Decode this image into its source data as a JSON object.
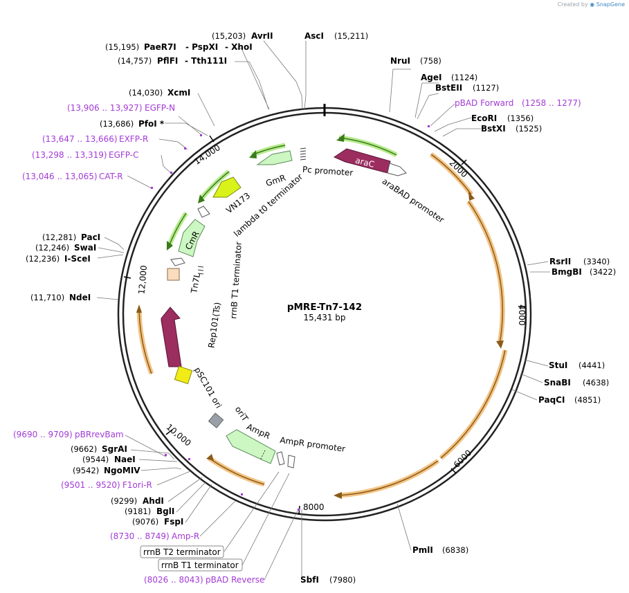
{
  "credit": {
    "prefix": "Created by",
    "brand": "SnapGene"
  },
  "plasmid": {
    "name": "pMRE-Tn7-142",
    "length": "15,431 bp"
  },
  "ticks": {
    "t2000": "2000",
    "t4000": "4000",
    "t6000": "6000",
    "t8000": "8000",
    "t10000": "10,000",
    "t12000": "12,000",
    "t14000": "14,000"
  },
  "sites": {
    "avrii": {
      "name": "AvrII",
      "pos": "(15,203)"
    },
    "asci": {
      "name": "AscI",
      "pos": "(15,211)"
    },
    "paer7i": {
      "name": "PaeR7I",
      "pos": "(15,195)"
    },
    "pspxi": {
      "name": "- PspXI"
    },
    "xhoi": {
      "name": "- XhoI"
    },
    "pflfi": {
      "name": "PflFI",
      "pos": "(14,757)"
    },
    "tth111i": {
      "name": "- Tth111I"
    },
    "xcmi": {
      "name": "XcmI",
      "pos": "(14,030)"
    },
    "pfoi": {
      "name": "PfoI *",
      "pos": "(13,686)"
    },
    "paci": {
      "name": "PacI",
      "pos": "(12,281)"
    },
    "swai": {
      "name": "SwaI",
      "pos": "(12,246)"
    },
    "iscei": {
      "name": "I-SceI",
      "pos": "(12,236)"
    },
    "ndei": {
      "name": "NdeI",
      "pos": "(11,710)"
    },
    "sgrai": {
      "name": "SgrAI",
      "pos": "(9662)"
    },
    "naei": {
      "name": "NaeI",
      "pos": "(9544)"
    },
    "ngomiv": {
      "name": "NgoMIV",
      "pos": "(9542)"
    },
    "ahdi": {
      "name": "AhdI",
      "pos": "(9299)"
    },
    "bgli": {
      "name": "BglI",
      "pos": "(9181)"
    },
    "fspi": {
      "name": "FspI",
      "pos": "(9076)"
    },
    "nrui": {
      "name": "NruI",
      "pos": "(758)"
    },
    "agei": {
      "name": "AgeI",
      "pos": "(1124)"
    },
    "bsteii": {
      "name": "BstEII",
      "pos": "(1127)"
    },
    "ecori": {
      "name": "EcoRI",
      "pos": "(1356)"
    },
    "bstxi": {
      "name": "BstXI",
      "pos": "(1525)"
    },
    "rsrii": {
      "name": "RsrII",
      "pos": "(3340)"
    },
    "bmgbi": {
      "name": "BmgBI",
      "pos": "(3422)"
    },
    "stui": {
      "name": "StuI",
      "pos": "(4441)"
    },
    "snabi": {
      "name": "SnaBI",
      "pos": "(4638)"
    },
    "paqci": {
      "name": "PaqCI",
      "pos": "(4851)"
    },
    "pmli": {
      "name": "PmlI",
      "pos": "(6838)"
    },
    "sbfi": {
      "name": "SbfI",
      "pos": "(7980)"
    }
  },
  "primers": {
    "egfpn": {
      "range": "(13,906 .. 13,927)",
      "name": "EGFP-N"
    },
    "exfpr": {
      "range": "(13,647 .. 13,666)",
      "name": "EXFP-R"
    },
    "egfpc": {
      "range": "(13,298 .. 13,319)",
      "name": "EGFP-C"
    },
    "catr": {
      "range": "(13,046 .. 13,065)",
      "name": "CAT-R"
    },
    "pbrrevbam": {
      "range": "(9690 .. 9709)",
      "name": "pBRrevBam"
    },
    "f1orir": {
      "range": "(9501 .. 9520)",
      "name": "F1ori-R"
    },
    "ampr": {
      "range": "(8730 .. 8749)",
      "name": "Amp-R"
    },
    "pbadrev": {
      "range": "(8026 .. 8043)",
      "name": "pBAD Reverse"
    },
    "pbadfwd": {
      "name": "pBAD Forward",
      "range": "(1258 .. 1277)"
    }
  },
  "boxed": {
    "t2": "rrnB T2 terminator",
    "t1": "rrnB T1 terminator"
  },
  "features": {
    "arac": "araC",
    "arabad": "araBAD promoter",
    "pc": "Pc promoter",
    "gmr": "GmR",
    "vn173": "VN173",
    "lambda": "lambda t0 terminator",
    "cmr": "CmR",
    "tn7l": "Tn7L",
    "rrnb": "rrnB T1 terminator",
    "rep101": "Rep101(Ts)",
    "psc101": "pSC101 ori",
    "orit": "oriT",
    "amprfeat": "AmpR",
    "amprprom": "AmpR promoter"
  },
  "colors": {
    "backbone": "#222222",
    "orf_orange": "#f3c383",
    "orf_line": "#8a5a1a",
    "green_halo": "#b6ea8c",
    "green_line": "#3a7a1a",
    "arac": "#9b2d5f",
    "gene_green": "#ccf7c3",
    "vn173": "#d9f21a",
    "yellow": "#f1ec16",
    "orit": "#9aa0a8",
    "tn7l": "#fadcbe",
    "primer": "#a33ad6"
  }
}
